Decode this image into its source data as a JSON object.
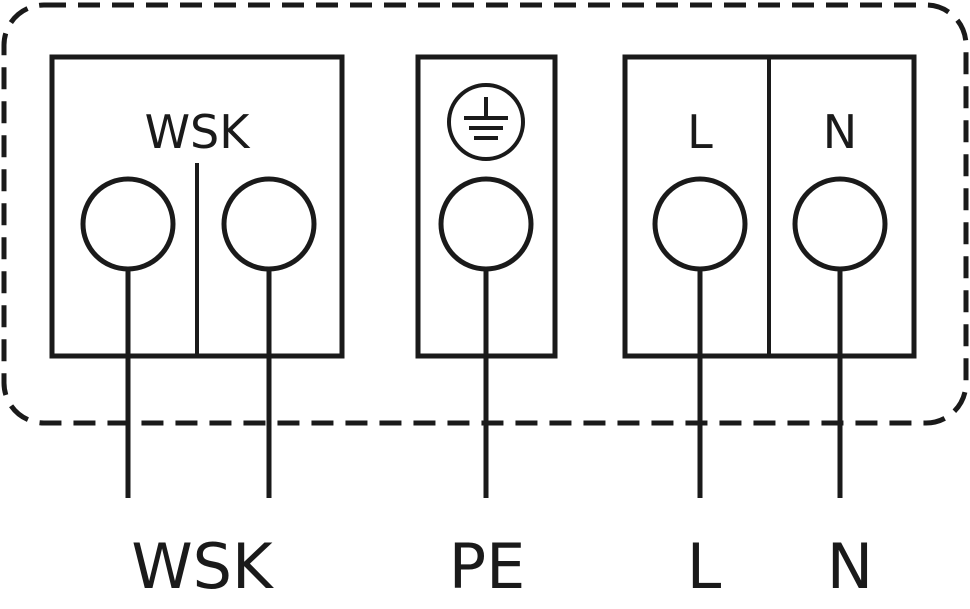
{
  "terminal_labels": {
    "wsk": "WSK",
    "l": "L",
    "n": "N"
  },
  "wire_labels": {
    "wsk": "WSK",
    "pe": "PE",
    "l": "L",
    "n": "N"
  },
  "icons": {
    "protective_earth": "earth-ground-icon"
  },
  "colors": {
    "line": "#1a1a1a",
    "background": "#ffffff"
  }
}
